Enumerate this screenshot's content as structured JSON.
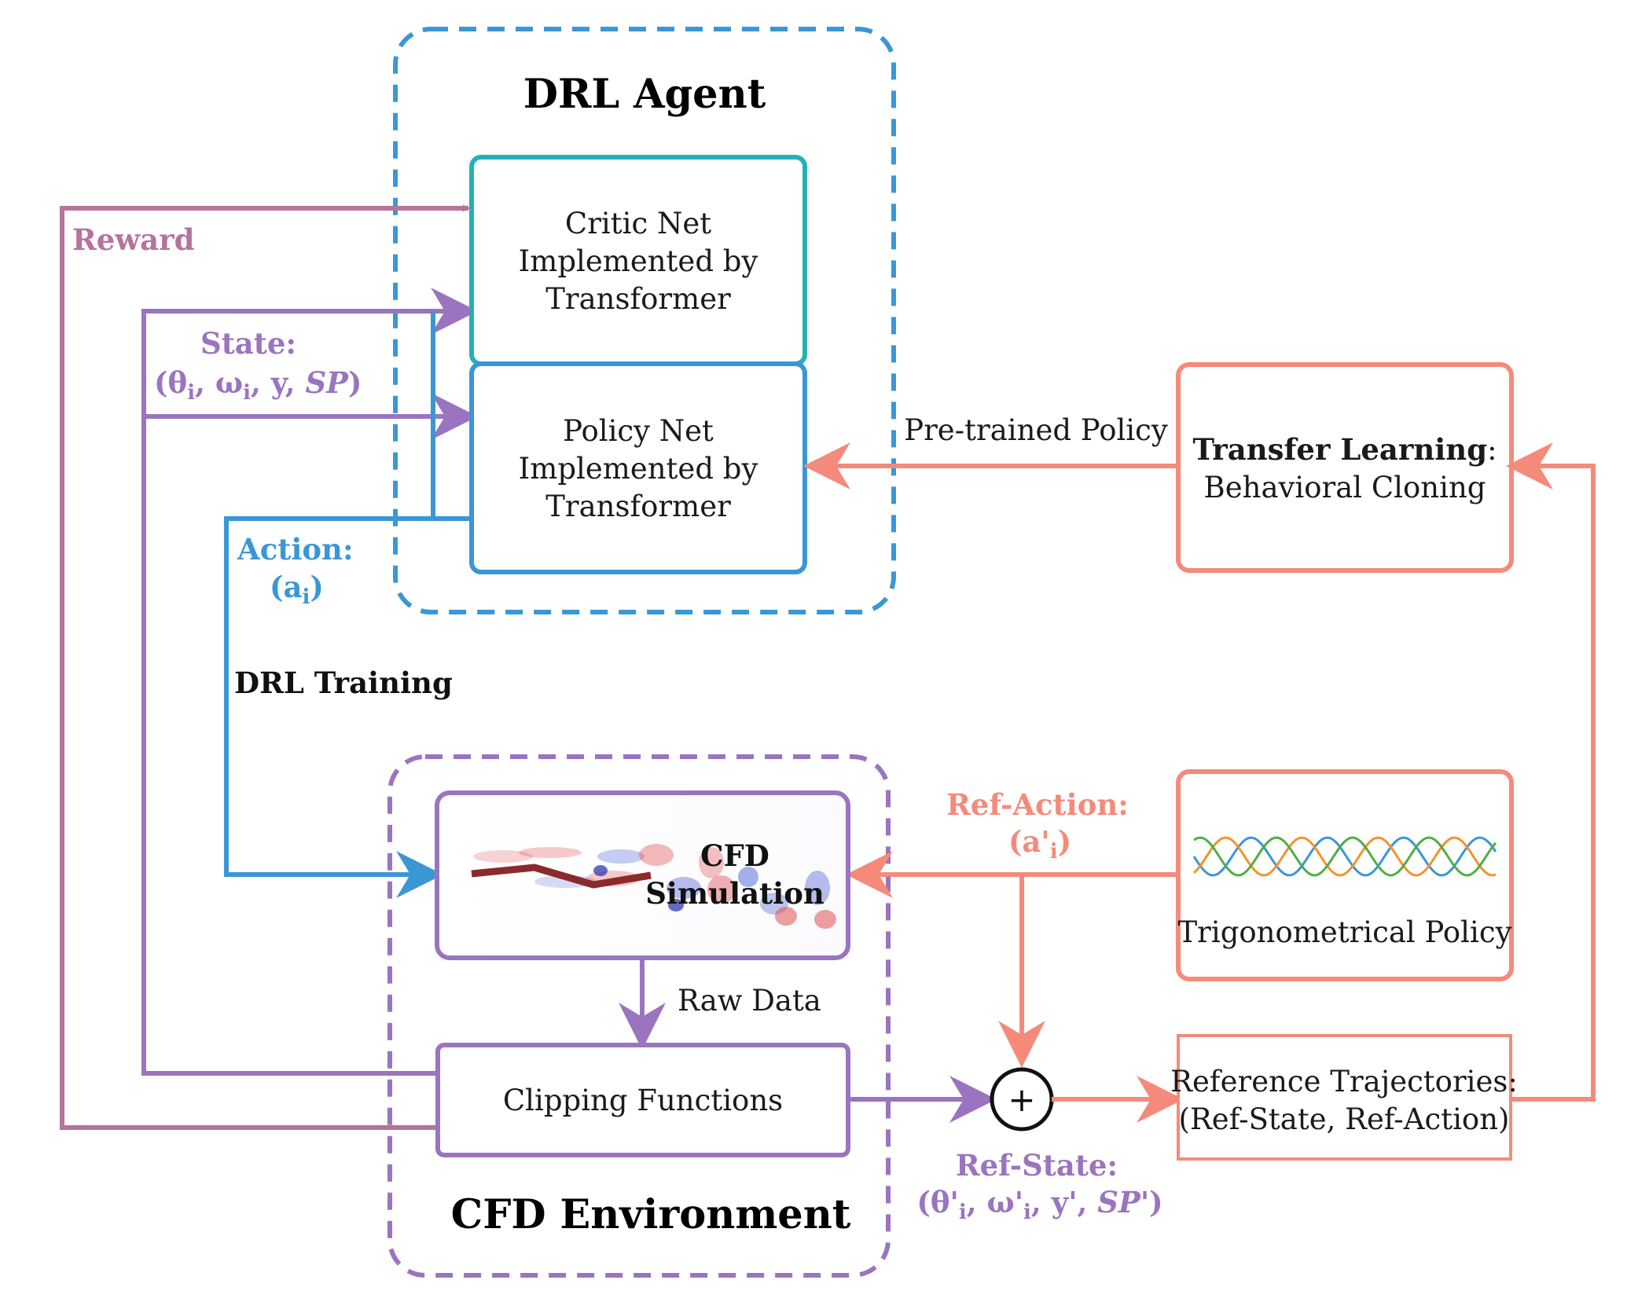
{
  "agent": {
    "title": "DRL Agent"
  },
  "critic": {
    "line1": "Critic Net",
    "line2": "Implemented by",
    "line3": "Transformer"
  },
  "policy": {
    "line1": "Policy Net",
    "line2": "Implemented by",
    "line3": "Transformer"
  },
  "environment": {
    "title": "CFD Environment"
  },
  "cfd": {
    "line1": "CFD",
    "line2": "Simulation"
  },
  "clipping": {
    "label": "Clipping Functions"
  },
  "transfer": {
    "bold": "Transfer Learning",
    "colon": ":",
    "line2": "Behavioral Cloning"
  },
  "trig": {
    "label": "Trigonometrical Policy"
  },
  "reftraj": {
    "line1": "Reference Trajectories:",
    "line2": "(Ref-State, Ref-Action)"
  },
  "labels": {
    "reward": "Reward",
    "state": "State:",
    "state_vars": "(θi, ωi, y, SP)",
    "action": "Action:",
    "action_vars": "(ai)",
    "drl_training": "DRL Training",
    "pretrained": "Pre-trained Policy",
    "raw_data": "Raw Data",
    "ref_action": "Ref-Action:",
    "ref_action_vars": "(a'i)",
    "ref_state": "Ref-State:",
    "ref_state_vars": "(θ'i, ω'i, y', SP')",
    "plus": "+"
  },
  "colors": {
    "reward": "#b5739d",
    "state": "#9b74c0",
    "action": "#3a97d6",
    "critic": "#24b1b6",
    "ref": "#f58a7a",
    "env": "#9b74c0"
  }
}
